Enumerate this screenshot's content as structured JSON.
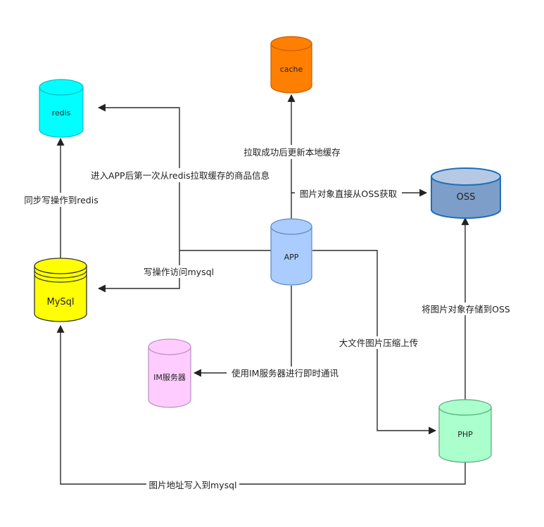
{
  "nodes": {
    "cache": {
      "label": "cache",
      "fill": "#ff7f00",
      "stroke": "#c85d00"
    },
    "redis": {
      "label": "redis",
      "fill": "#00ffff",
      "stroke": "#10b8c4"
    },
    "oss": {
      "label": "OSS",
      "fill": "#7d9ec9",
      "stroke": "#1f6fb6"
    },
    "app": {
      "label": "APP",
      "fill": "#aaccff",
      "stroke": "#5c86c4"
    },
    "mysql": {
      "label": "MySql",
      "fill": "#ffff00",
      "stroke": "#333333"
    },
    "im": {
      "label": "IM服务器",
      "fill": "#ffccff",
      "stroke": "#b98fbf"
    },
    "php": {
      "label": "PHP",
      "fill": "#aaffcc",
      "stroke": "#55a878"
    }
  },
  "edges": {
    "app_to_cache": "拉取成功后更新本地缓存",
    "app_to_redis": "进入APP后第一次从redis拉取缓存的商品信息",
    "app_to_oss": "图片对象直接从OSS获取",
    "mysql_to_redis": "同步写操作到redis",
    "app_to_mysql": "写操作访问mysql",
    "php_to_oss": "将图片对象存储到OSS",
    "app_to_php": "大文件图片压缩上传",
    "app_to_im": "使用IM服务器进行即时通讯",
    "php_to_mysql": "图片地址写入到mysql"
  }
}
